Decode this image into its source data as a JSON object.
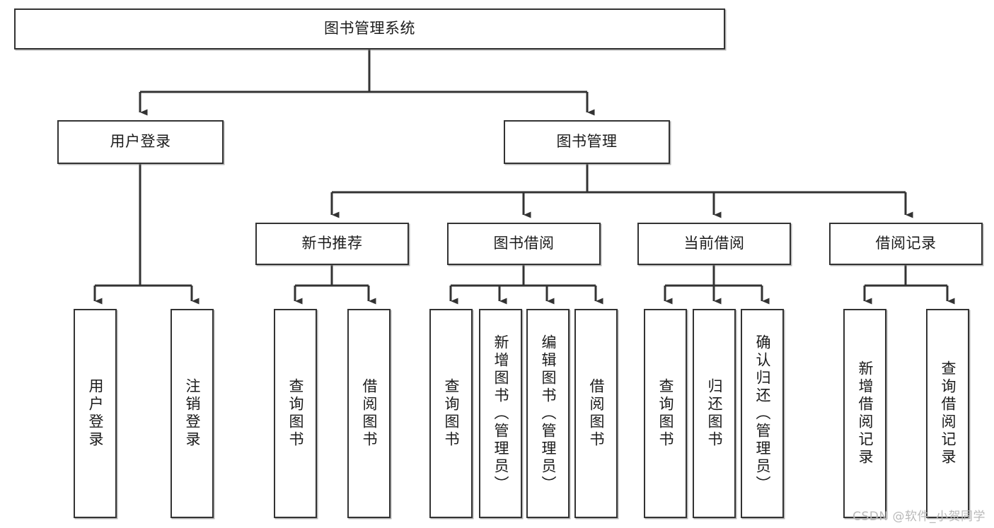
{
  "diagram": {
    "title": "图书管理系统",
    "type": "tree-hierarchy-diagram",
    "colors": {
      "box_border": "#333333",
      "box_fill": "#ffffff",
      "connector": "#333333",
      "background": "#ffffff",
      "watermark": "#b9b9b9"
    },
    "root": {
      "label": "图书管理系统"
    },
    "level2": [
      {
        "label": "用户登录"
      },
      {
        "label": "图书管理"
      }
    ],
    "level3": [
      {
        "label": "新书推荐"
      },
      {
        "label": "图书借阅"
      },
      {
        "label": "当前借阅"
      },
      {
        "label": "借阅记录"
      }
    ],
    "leaves": {
      "user_login": [
        {
          "label": "用户登录"
        },
        {
          "label": "注销登录"
        }
      ],
      "new_book_recommend": [
        {
          "label": "查询图书"
        },
        {
          "label": "借阅图书"
        }
      ],
      "book_borrow": [
        {
          "label": "查询图书"
        },
        {
          "label": "新增图书（管理员）"
        },
        {
          "label": "编辑图书（管理员）"
        },
        {
          "label": "借阅图书"
        }
      ],
      "current_borrow": [
        {
          "label": "查询图书"
        },
        {
          "label": "归还图书"
        },
        {
          "label": "确认归还（管理员）"
        }
      ],
      "borrow_records": [
        {
          "label": "新增借阅记录"
        },
        {
          "label": "查询借阅记录"
        }
      ]
    },
    "watermark": "CSDN @软件_小贺同学"
  }
}
